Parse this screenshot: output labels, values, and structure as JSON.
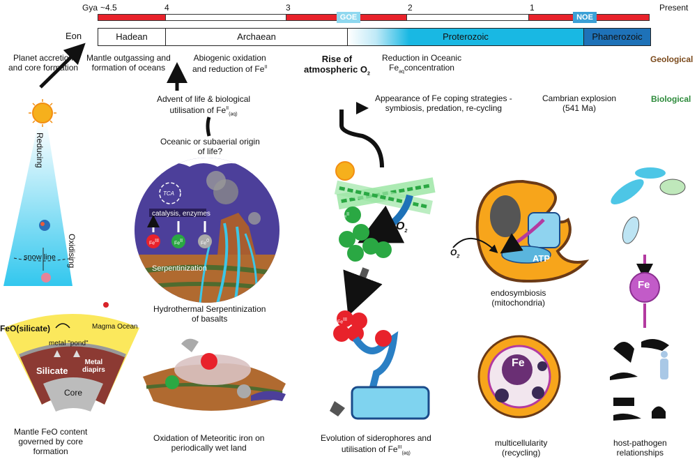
{
  "timeline": {
    "gya_label": "Gya",
    "ticks": [
      "~4.5",
      "4",
      "3",
      "2",
      "1",
      "Present"
    ],
    "goe": "GOE",
    "noe": "NOE",
    "eon_label": "Eon",
    "eons": [
      "Hadean",
      "Archaean",
      "Proterozoic",
      "Phanerozoic"
    ]
  },
  "geological": {
    "label": "Geological",
    "events": {
      "accretion": [
        "Planet accretion",
        "and core formation"
      ],
      "outgassing": [
        "Mantle outgassing and",
        "formation of oceans"
      ],
      "abiogenic": "Abiogenic oxidation",
      "abiogenic2": "and reduction of Fe",
      "rise": "Rise of",
      "rise2": "atmospheric O",
      "reduction": "Reduction in Oceanic",
      "reduction2": "Fe",
      "reduction2b": "aq",
      "reduction2c": "concentration"
    }
  },
  "biological": {
    "label": "Biological",
    "events": {
      "advent": "Advent of life & biological",
      "advent2": "utilisation of Fe",
      "advent2b": "(aq)",
      "coping": [
        "Appearance of Fe coping strategies -",
        "symbiosis, predation, re-cycling"
      ],
      "cambrian": [
        "Cambrian explosion",
        "(541 Ma)"
      ]
    }
  },
  "left_panel": {
    "reducing": "Reducing",
    "oxidising": "Oxidising",
    "snowline": "snow line",
    "magma": "Magma Ocean",
    "feo": "FeO(silicate)",
    "pond": "metal \"pond\"",
    "silicate": "Silicate",
    "diapirs": [
      "Metal",
      "diapirs"
    ],
    "core": "Core",
    "caption": [
      "Mantle FeO content",
      "governed by core",
      "formation"
    ]
  },
  "hydrothermal": {
    "question": [
      "Oceanic or subaerial origin",
      "of life?"
    ],
    "tca": "TCA",
    "catalysis": "catalysis, enzymes",
    "serpentinization": "Serpentinization",
    "caption": [
      "Hydrothermal Serpentinization",
      "of basalts"
    ]
  },
  "meteoritic": {
    "caption": [
      "Oxidation of Meteoritic iron on",
      "periodically wet land"
    ]
  },
  "siderophore": {
    "o2": "O",
    "caption": "Evolution of siderophores and",
    "caption2": "utilisation of Fe",
    "caption2b": "(aq)"
  },
  "endosymbiosis": {
    "o2": "O",
    "atp": "ATP",
    "caption": [
      "endosymbiosis",
      "(mitochondria)"
    ]
  },
  "multicellularity": {
    "fe": "Fe",
    "caption": [
      "multicellularity",
      "(recycling)"
    ]
  },
  "hostpathogen": {
    "fe": "Fe",
    "caption": [
      "host-pathogen",
      "relationships"
    ]
  },
  "ion_labels": {
    "fe3": "Fe",
    "fe3sup": "III",
    "fe2": "Fe",
    "fe2sup": "II",
    "fe0": "Fe",
    "fe0sup": "0"
  },
  "colors": {
    "red_bar": "#e8222b",
    "goe_blue": "#4cc9ea",
    "proterozoic": "#19b8e3",
    "phanerozoic": "#1e72b8",
    "geological": "#7b4a1c",
    "biological": "#2c8a3a"
  }
}
